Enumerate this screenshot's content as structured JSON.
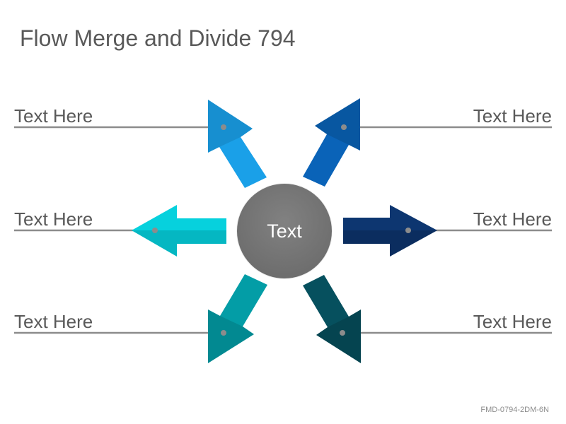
{
  "title": "Flow Merge and Divide 794",
  "center": {
    "label": "Text",
    "color": "#767676"
  },
  "items": [
    {
      "label": "Text Here",
      "color": "#1aa0e8",
      "icon": "arrow-up-left"
    },
    {
      "label": "Text Here",
      "color": "#0a63b8",
      "icon": "arrow-up-right"
    },
    {
      "label": "Text Here",
      "color": "#06d1dd",
      "icon": "arrow-left"
    },
    {
      "label": "Text Here",
      "color": "#0d3670",
      "icon": "arrow-right"
    },
    {
      "label": "Text Here",
      "color": "#039da6",
      "icon": "arrow-down-left"
    },
    {
      "label": "Text Here",
      "color": "#06505e",
      "icon": "arrow-down-right"
    }
  ],
  "line_color": "#8c8c8c",
  "footer": "FMD-0794-2DM-6N"
}
